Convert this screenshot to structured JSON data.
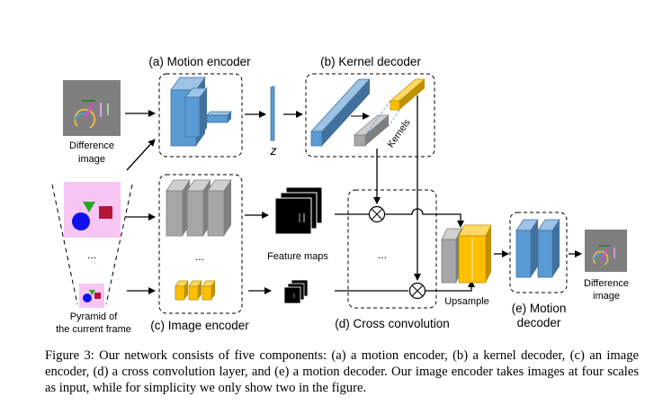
{
  "panels": {
    "motion_encoder": "(a)  Motion encoder",
    "kernel_decoder": "(b) Kernel decoder",
    "image_encoder": "(c) Image encoder",
    "cross_convolution": "(d) Cross convolution",
    "motion_decoder_line1": "(e) Motion",
    "motion_decoder_line2": "decoder"
  },
  "labels": {
    "difference_image_in_1": "Difference",
    "difference_image_in_2": "image",
    "z": "z",
    "kernels": "Kernels",
    "feature_maps": "Feature maps",
    "ellipsis_pyramid": "...",
    "ellipsis_encoder": "...",
    "ellipsis_conv": "...",
    "pyramid_1": "Pyramid of",
    "pyramid_2": "the current frame",
    "upsample": "Upsample",
    "difference_image_out_1": "Difference",
    "difference_image_out_2": "image"
  },
  "caption": "Figure 3: Our network consists of five components: (a) a motion encoder, (b) a kernel decoder, (c) an image encoder, (d) a cross convolution layer, and (e) a motion decoder. Our image encoder takes images at four scales as input, while for simplicity we only show two in the figure.",
  "colors": {
    "blue": "#5b9bd5",
    "blue_dark": "#41719c",
    "gray": "#a6a6a6",
    "gold": "#ffc000",
    "pink": "#f8c6f4"
  }
}
